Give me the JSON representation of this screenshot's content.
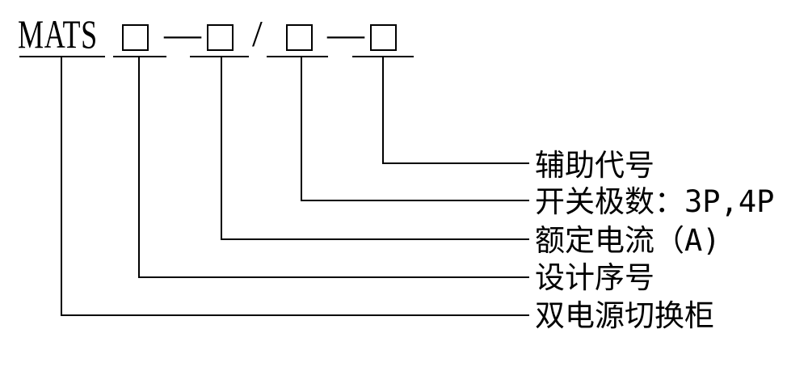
{
  "code": {
    "prefix": "MATS",
    "placeholder": "□",
    "sep_dash": "—",
    "sep_slash": "/"
  },
  "labels": [
    "辅助代号",
    "开关极数：3P,4P",
    "额定电流（A)",
    "设计序号",
    "双电源切换柜"
  ]
}
